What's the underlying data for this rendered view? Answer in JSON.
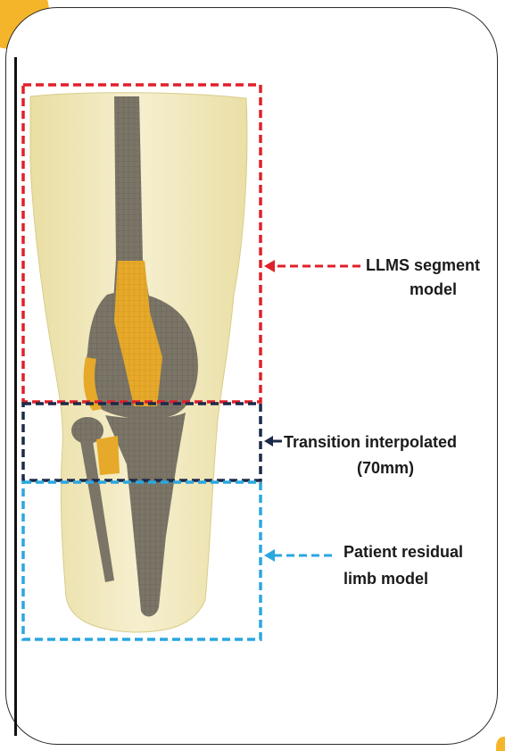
{
  "colors": {
    "background": "#ffffff",
    "accent": "#f5b52a",
    "frame": "#2b2b2b",
    "skin": "#f1e8b8",
    "bone": "#7a7567",
    "cartilage": "#e6a92a",
    "llms_box": "#e0202a",
    "transition_box": "#1c2a4a",
    "residual_box": "#2aa7e0"
  },
  "labels": {
    "llms": [
      "LLMS segment",
      "model"
    ],
    "transition": [
      "Transition interpolated",
      "(70mm)"
    ],
    "residual": [
      "Patient  residual",
      "limb model"
    ]
  }
}
